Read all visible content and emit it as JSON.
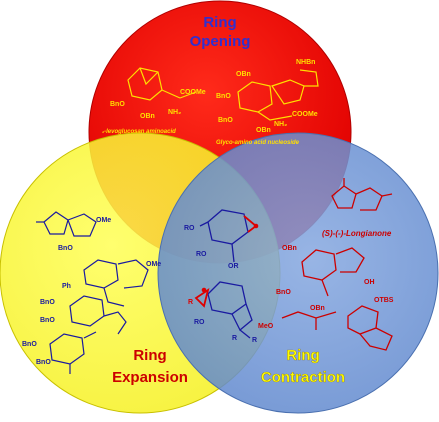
{
  "title_opening": [
    "Ring",
    "Opening"
  ],
  "title_expansion": [
    "Ring",
    "Expansion"
  ],
  "title_contraction": [
    "Ring",
    "Contraction"
  ],
  "caption_levoglucosan": "₁-levoglucosan aminoacid",
  "caption_glyco": "Glyco-amino acid nucleoside",
  "caption_longianone": "(S)-(-)-Longianone",
  "labels": {
    "bno1": "BnO",
    "obn1": "OBn",
    "nh2_1": "NH₂",
    "coome1": "COOMe",
    "nhbn": "NHBn",
    "obn_g1": "OBn",
    "bno_g1": "BnO",
    "bno_g2": "BnO",
    "obn_g2": "OBn",
    "nh2_g": "NH₂",
    "coome_g": "COOMe",
    "ome_e1": "OMe",
    "bno_e1": "BnO",
    "ph": "Ph",
    "ome_e2": "OMe",
    "bno_e2": "BnO",
    "bno_e3": "BnO",
    "bno_e4": "BnO",
    "bno_e5": "BnO",
    "ro_c1": "RO",
    "ro_c2": "RO",
    "or_c": "OR",
    "r_c": "R",
    "ro_c3": "RO",
    "r_c2": "R",
    "r_c3": "R",
    "obn_r1": "OBn",
    "bno_r1": "BnO",
    "oh_r": "OH",
    "obn_r2": "OBn",
    "meo_r": "MeO",
    "otbs": "OTBS"
  },
  "colors": {
    "red": "#ff0000",
    "yellow": "#ffff33",
    "blue": "#6f95d6",
    "title_blue": "#3030d0",
    "title_red": "#cc0000",
    "title_yellow": "#ffff00",
    "struct_blue": "#1a1aa0",
    "struct_red": "#cc0000",
    "struct_yellow": "#e8d800"
  }
}
